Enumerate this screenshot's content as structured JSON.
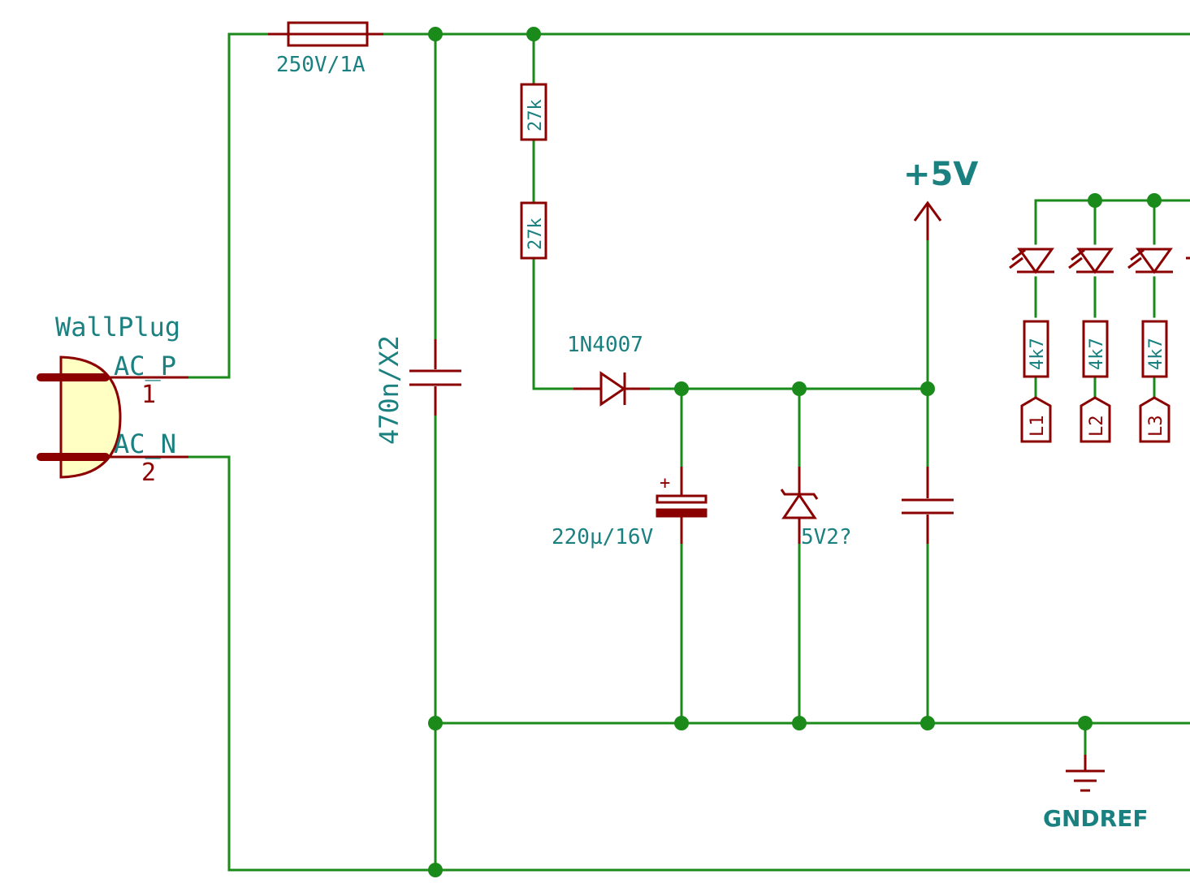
{
  "components": {
    "connector": {
      "name": "WallPlug",
      "pin1_name": "AC_P",
      "pin1_number": "1",
      "pin2_name": "AC_N",
      "pin2_number": "2"
    },
    "fuse": {
      "value": "250V/1A"
    },
    "x_capacitor": {
      "value": "470n/X2"
    },
    "resistor_top": {
      "value": "27k"
    },
    "resistor_bottom": {
      "value": "27k"
    },
    "rectifier_diode": {
      "value": "1N4007"
    },
    "electrolytic_cap": {
      "value": "220µ/16V",
      "polarity": "+"
    },
    "zener_diode": {
      "value": "5V2?"
    },
    "led_resistors": [
      {
        "value": "4k7"
      },
      {
        "value": "4k7"
      },
      {
        "value": "4k7"
      }
    ],
    "led_labels": [
      "L1",
      "L2",
      "L3"
    ]
  },
  "nets": {
    "power": "+5V",
    "ground": "GNDREF"
  },
  "colors": {
    "wire": "#1a8a1a",
    "component": "#8b0000",
    "text": "#1a8080",
    "connector_fill": "#ffffc4"
  }
}
